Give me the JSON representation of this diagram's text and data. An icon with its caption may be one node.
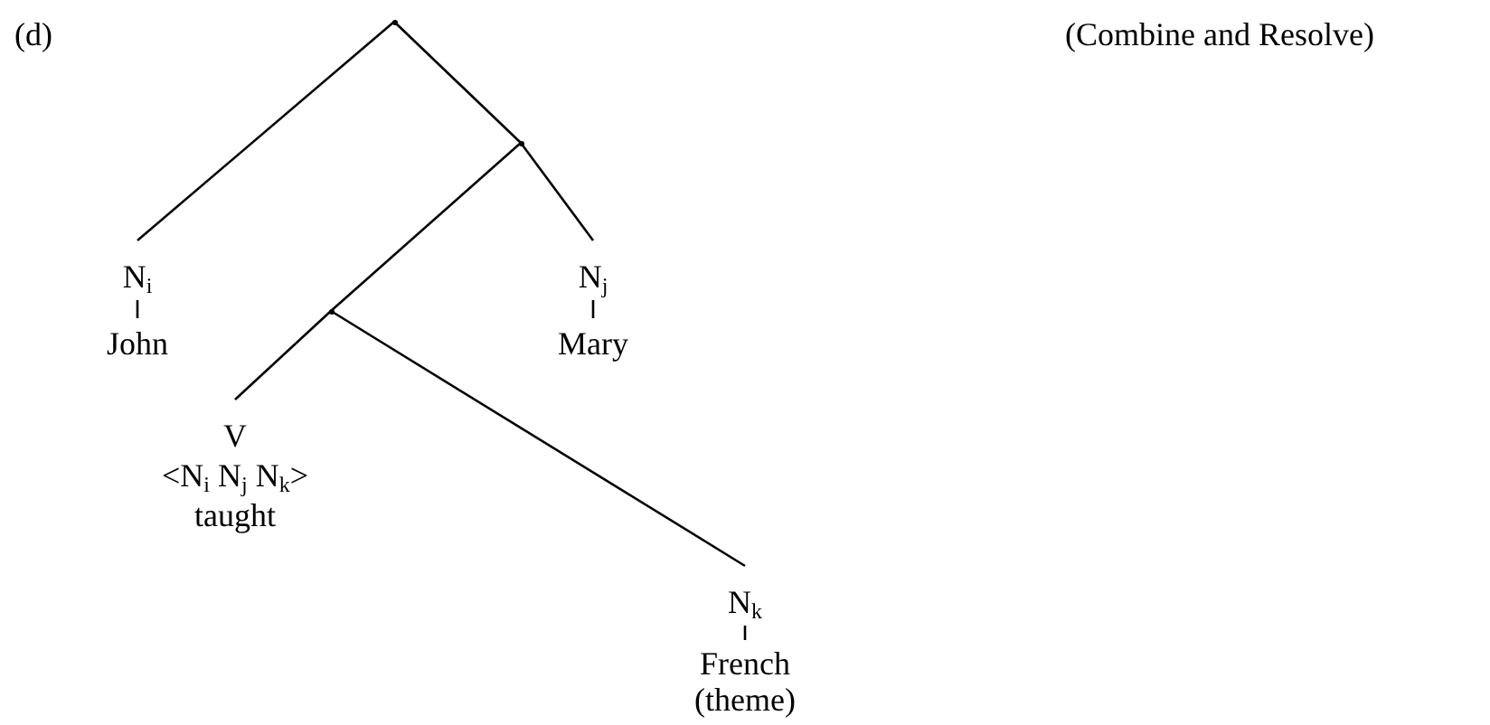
{
  "diagram": {
    "nodes": [
      {
        "text": [],
        "shape": "point"
      },
      {
        "text": [
          "N$_{i}$"
        ]
      },
      {
        "text": [
          "John"
        ]
      },
      {
        "text": [],
        "shape": "point"
      },
      {
        "text": [
          "N$_{j}$"
        ]
      },
      {
        "text": [
          "Mary"
        ]
      },
      {
        "text": [],
        "shape": "point"
      },
      {
        "text": [
          "V",
          "<N$_{i}$ N$_{j}$ N$_{k}$>",
          "taught"
        ]
      },
      {
        "text": [
          "N$_{k}$"
        ]
      },
      {
        "text": [
          "French (theme)"
        ]
      }
    ],
    "edges": [
      {
        "from": 0,
        "to": 1,
        "arrow": "none"
      },
      {
        "from": 0,
        "to": 3,
        "arrow": "none"
      },
      {
        "from": 3,
        "to": 4,
        "arrow": "none"
      },
      {
        "from": 3,
        "to": 6,
        "arrow": "none"
      },
      {
        "from": 6,
        "to": 7,
        "arrow": "none"
      },
      {
        "from": 6,
        "to": 8,
        "arrow": "none"
      },
      {
        "from": 1,
        "to": 2,
        "arrow": "none"
      },
      {
        "from": 4,
        "to": 5,
        "arrow": "none"
      },
      {
        "from": 8,
        "to": 9,
        "arrow": "none"
      }
    ],
    "labels": [
      "(d)",
      "(Combine and Resolve)"
    ]
  }
}
